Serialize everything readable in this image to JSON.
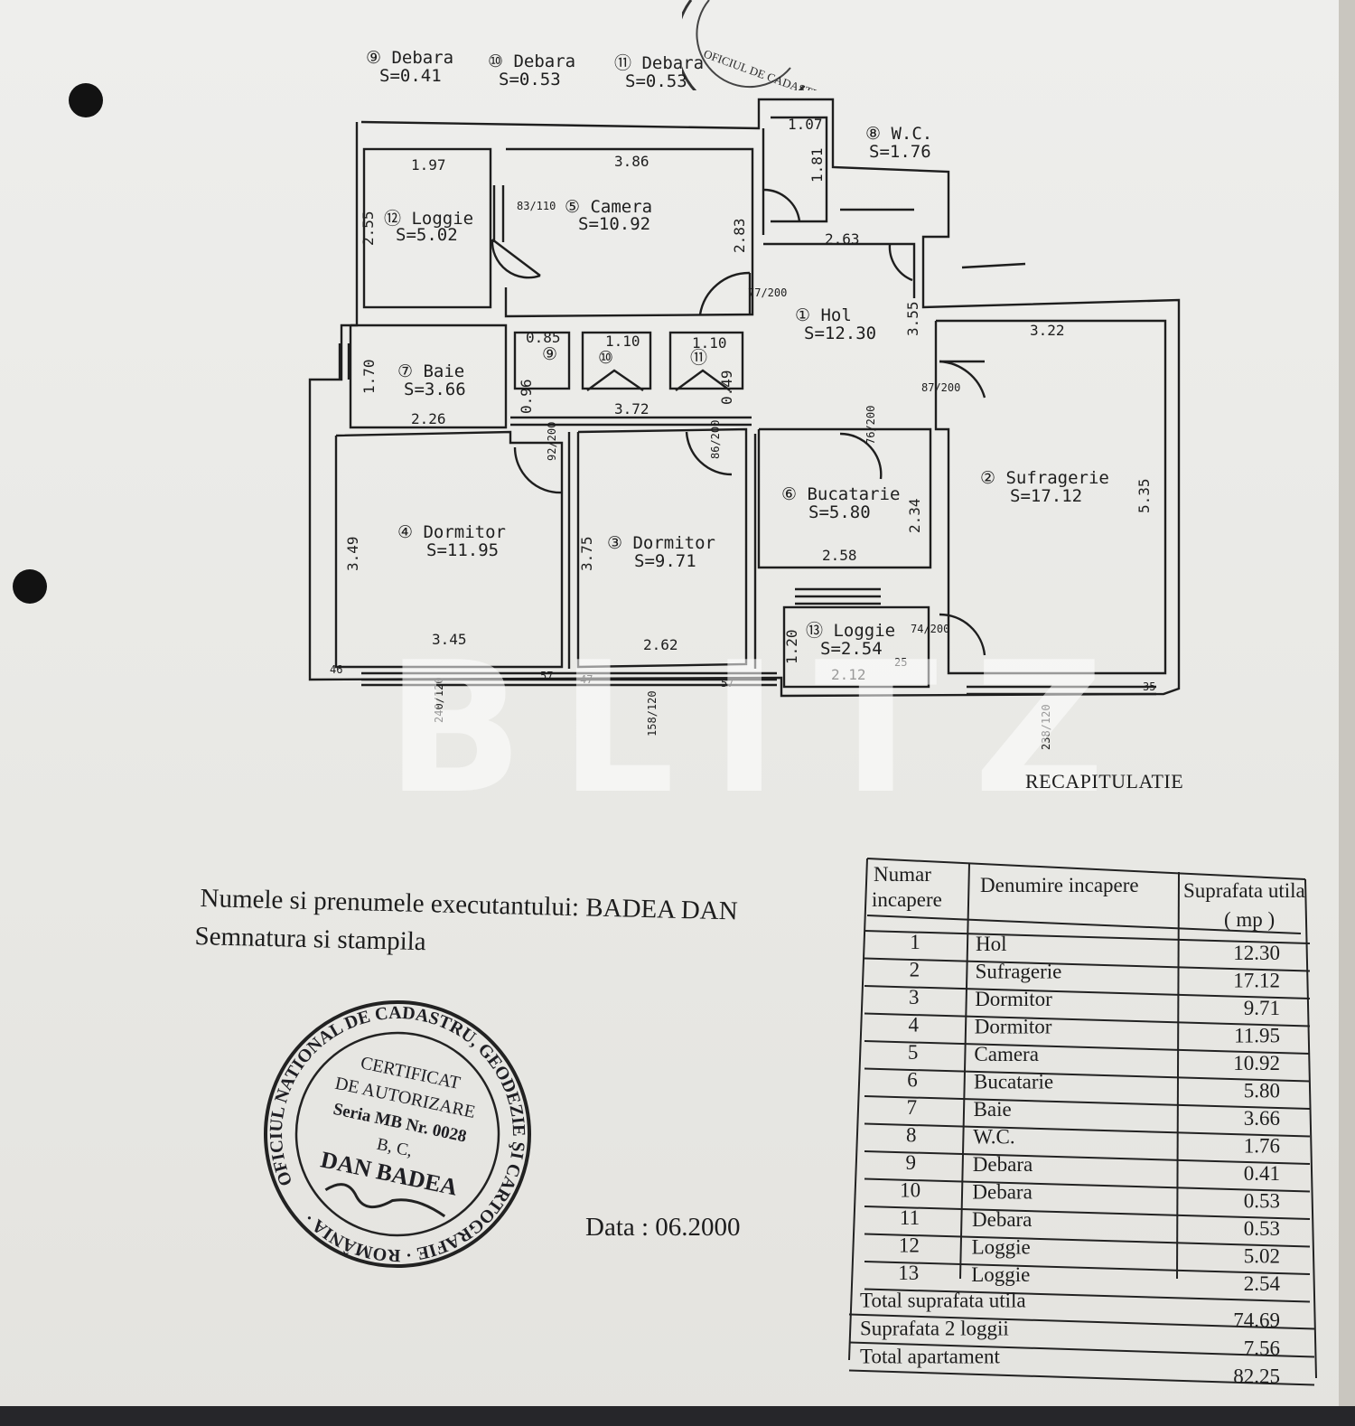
{
  "plan": {
    "storage_labels": [
      {
        "name": "Debara",
        "area": "S=0.41",
        "num": "9"
      },
      {
        "name": "Debara",
        "area": "S=0.53",
        "num": "10"
      },
      {
        "name": "Debara",
        "area": "S=0.53",
        "num": "11"
      }
    ],
    "rooms": [
      {
        "num": "1",
        "name": "Hol",
        "area": "S=12.30"
      },
      {
        "num": "2",
        "name": "Sufragerie",
        "area": "S=17.12"
      },
      {
        "num": "3",
        "name": "Dormitor",
        "area": "S=9.71"
      },
      {
        "num": "4",
        "name": "Dormitor",
        "area": "S=11.95"
      },
      {
        "num": "5",
        "name": "Camera",
        "area": "S=10.92"
      },
      {
        "num": "6",
        "name": "Bucatarie",
        "area": "S=5.80"
      },
      {
        "num": "7",
        "name": "Baie",
        "area": "S=3.66"
      },
      {
        "num": "8",
        "name": "W.C.",
        "area": "S=1.76"
      },
      {
        "num": "12",
        "name": "Loggie",
        "area": "S=5.02"
      },
      {
        "num": "13",
        "name": "Loggie",
        "area": "S=2.54"
      }
    ],
    "dimensions": [
      "1.97",
      "3.86",
      "1.07",
      "1.81",
      "2.63",
      "2.55",
      "2.83",
      "3.55",
      "3.22",
      "0.85",
      "1.10",
      "1.10",
      "1.70",
      "0.96",
      "0.49",
      "2.26",
      "3.72",
      "3.49",
      "3.75",
      "2.34",
      "2.58",
      "5.35",
      "3.45",
      "2.62",
      "1.20",
      "2.12"
    ],
    "door_labels": [
      "83/110",
      "77/200",
      "87/200",
      "92/200",
      "86/200",
      "76/200",
      "74/200",
      "240/120",
      "158/120",
      "238/120"
    ],
    "small_marks": [
      "57",
      "57",
      "47",
      "46",
      "35",
      "25"
    ]
  },
  "watermark": "BLITZ",
  "recap_title": "RECAPITULATIE",
  "executant": {
    "line1": "Numele si prenumele executantului: BADEA DAN",
    "line2": "Semnatura si stampila",
    "date": "Data :  06.2000"
  },
  "stamp": {
    "ring_text": "OFICIUL NATIONAL DE CADASTRU, GEODEZIE ŞI CARTOGRAFIE · ROMÂNIA ·",
    "line1": "CERTIFICAT",
    "line2": "DE AUTORIZARE",
    "line3": "Seria MB Nr. 0028",
    "line4": "B, C,",
    "line5": "DAN BADEA"
  },
  "top_stamp_text": "OFICIUL DE CADASTRU",
  "table": {
    "headers": [
      "Numar incapere",
      "Denumire incapere",
      "Suprafata utila ( mp )"
    ],
    "header_lines": {
      "col1": [
        "Numar",
        "incapere"
      ],
      "col2": [
        "Denumire incapere"
      ],
      "col3": [
        "Suprafata utila",
        "( mp )"
      ]
    },
    "rows": [
      {
        "num": "1",
        "name": "Hol",
        "area": "12.30"
      },
      {
        "num": "2",
        "name": "Sufragerie",
        "area": "17.12"
      },
      {
        "num": "3",
        "name": "Dormitor",
        "area": "9.71"
      },
      {
        "num": "4",
        "name": "Dormitor",
        "area": "11.95"
      },
      {
        "num": "5",
        "name": "Camera",
        "area": "10.92"
      },
      {
        "num": "6",
        "name": "Bucatarie",
        "area": "5.80"
      },
      {
        "num": "7",
        "name": "Baie",
        "area": "3.66"
      },
      {
        "num": "8",
        "name": "W.C.",
        "area": "1.76"
      },
      {
        "num": "9",
        "name": "Debara",
        "area": "0.41"
      },
      {
        "num": "10",
        "name": "Debara",
        "area": "0.53"
      },
      {
        "num": "11",
        "name": "Debara",
        "area": "0.53"
      },
      {
        "num": "12",
        "name": "Loggie",
        "area": "5.02"
      },
      {
        "num": "13",
        "name": "Loggie",
        "area": "2.54"
      }
    ],
    "totals": [
      {
        "label": "Total suprafata utila",
        "value": "74.69"
      },
      {
        "label": "Suprafata  2 loggii",
        "value": "7.56"
      },
      {
        "label": "Total apartament",
        "value": "82.25"
      }
    ]
  }
}
